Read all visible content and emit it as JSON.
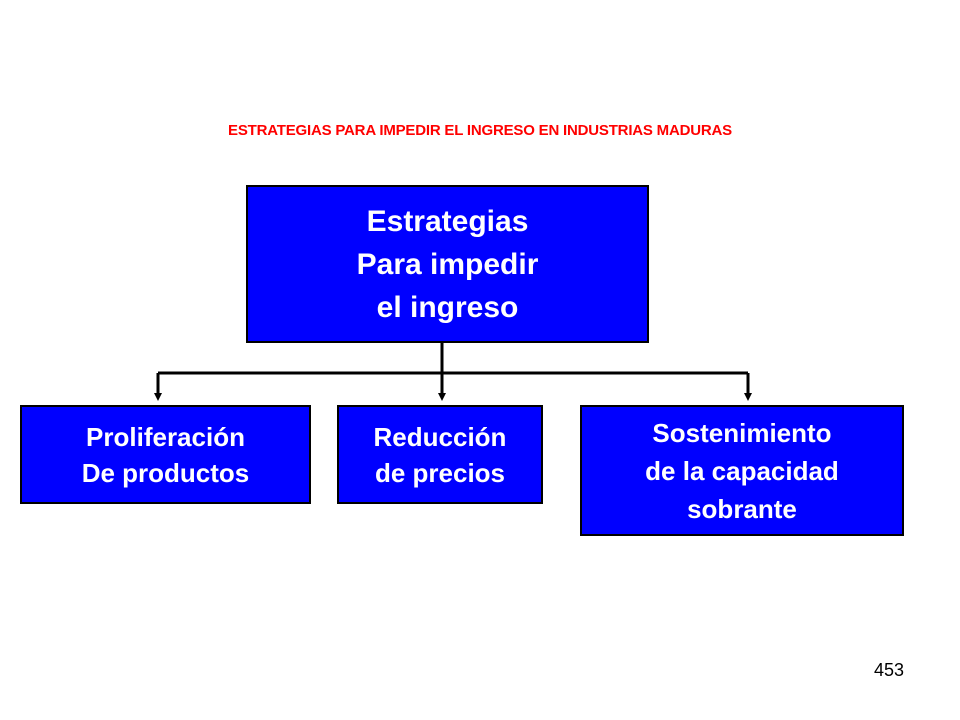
{
  "title": "ESTRATEGIAS PARA IMPEDIR EL INGRESO EN INDUSTRIAS MADURAS",
  "colors": {
    "title": "#ff0000",
    "box_fill": "#0000ff",
    "box_border": "#000000",
    "box_text": "#ffffff",
    "connector": "#000000"
  },
  "root": {
    "lines": [
      "Estrategias",
      "Para impedir",
      "el ingreso"
    ]
  },
  "children": [
    {
      "lines": [
        "Proliferación",
        "De productos"
      ]
    },
    {
      "lines": [
        "Reducción",
        "de precios"
      ]
    },
    {
      "lines": [
        "Sostenimiento",
        "de la capacidad",
        "sobrante"
      ]
    }
  ],
  "page_number": "453"
}
